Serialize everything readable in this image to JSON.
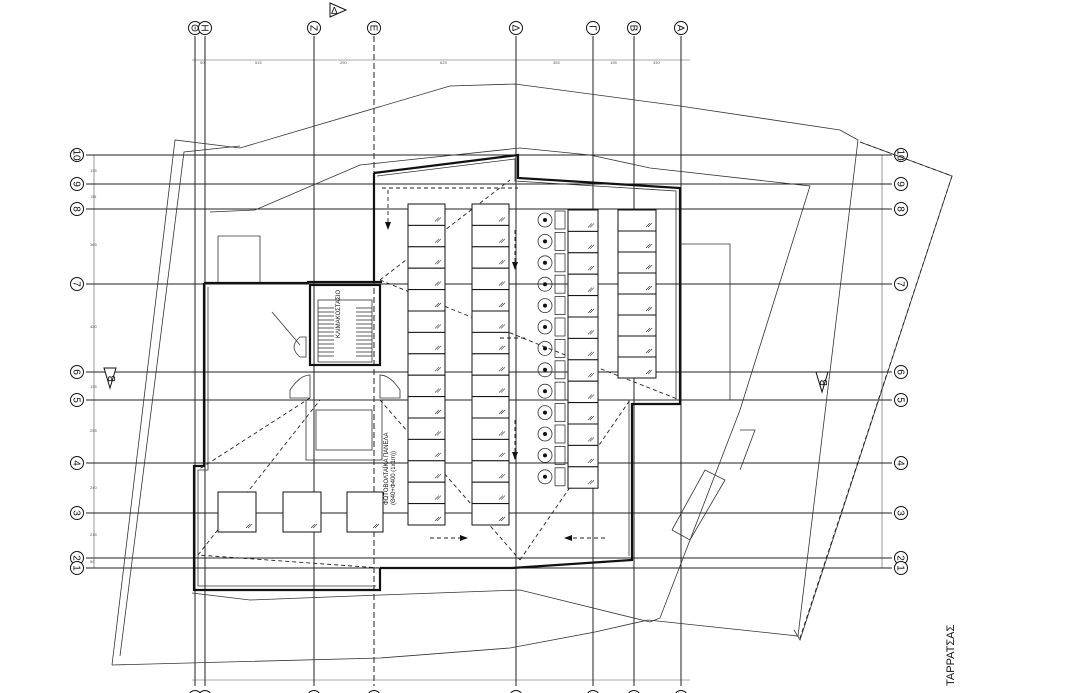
{
  "drawing": {
    "title": "ΤΑΡΡΑΤΣΑΣ",
    "panel_label": "ΦΩΤΟΒΟΛΤΑΪΚΑ ΠΑΝΕΛΑ",
    "panel_note": "(Θ40+Φ400 (1x1m))",
    "stair_label": "ΚΛΙΜΑΚΟΣΤΑΣΙΟ"
  },
  "grid": {
    "column_axes": [
      "Θ",
      "Η",
      "Ζ",
      "Ε",
      "Δ",
      "Γ",
      "Β",
      "Α"
    ],
    "row_axes": [
      "10",
      "9",
      "8",
      "7",
      "6",
      "5",
      "4",
      "3",
      "2",
      "1"
    ],
    "top_dimensions": [
      "50",
      "515",
      "290",
      "625",
      "365",
      "195",
      "330"
    ],
    "side_dimensions": [
      "135",
      "115",
      "365",
      "420",
      "135",
      "295",
      "240",
      "215",
      "50"
    ]
  },
  "section_markers": [
    "B",
    "B",
    "Δ"
  ]
}
